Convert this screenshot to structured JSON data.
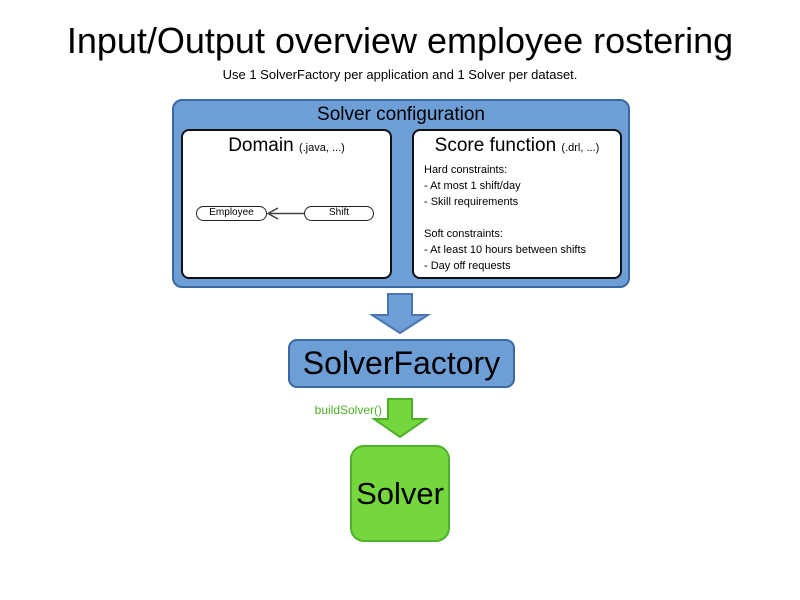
{
  "page": {
    "title": "Input/Output overview employee rostering",
    "subtitle": "Use 1 SolverFactory per application and 1 Solver per dataset."
  },
  "solver_configuration": {
    "title": "Solver configuration",
    "domain": {
      "title": "Domain",
      "file_types": "(.java, ...)",
      "entities": [
        {
          "label": "Employee"
        },
        {
          "label": "Shift"
        }
      ]
    },
    "score_function": {
      "title": "Score function",
      "file_types": "(.drl, ...)",
      "hard_constraints": {
        "title": "Hard constraints:",
        "items": [
          "- At most 1 shift/day",
          "- Skill requirements"
        ]
      },
      "soft_constraints": {
        "title": "Soft constraints:",
        "items": [
          "- At least 10 hours between shifts",
          "- Day off requests"
        ]
      }
    }
  },
  "solver_factory": {
    "label": "SolverFactory"
  },
  "build_solver": {
    "label": "buildSolver()"
  },
  "solver": {
    "label": "Solver"
  },
  "colors": {
    "blue_fill": "#6d9ed6",
    "blue_border": "#3a67a5",
    "green_fill": "#76d63e",
    "green_border": "#4db22a",
    "green_text": "#4caf26",
    "text": "#000000",
    "background": "#ffffff"
  }
}
